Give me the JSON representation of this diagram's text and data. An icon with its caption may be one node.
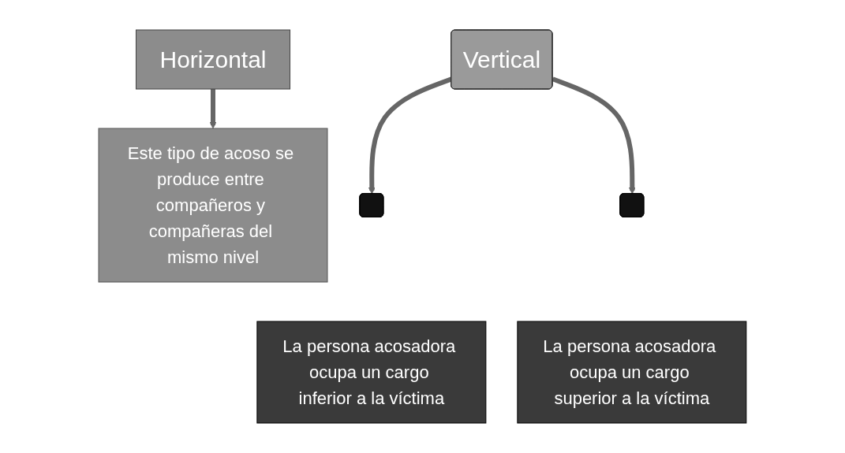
{
  "diagram": {
    "nodes": [
      {
        "text": [
          "Horizontal"
        ]
      },
      {
        "text": [
          "Este tipo de acoso se produce entre compañeros y compañeras del mismo nivel"
        ]
      },
      {
        "text": [
          "Vertical"
        ]
      },
      {
        "text": [],
        "shape": "box"
      },
      {
        "text": [],
        "shape": "box"
      },
      {
        "text": [
          "La persona acosadora ocupa un cargo inferior a la víctima"
        ]
      },
      {
        "text": [
          "La persona acosadora ocupa un cargo superior a la víctima"
        ]
      }
    ],
    "edges": [
      {
        "from": 0,
        "to": 1,
        "arrow": "to"
      },
      {
        "from": 2,
        "to": 3,
        "arrow": "to"
      },
      {
        "from": 2,
        "to": 4,
        "arrow": "to"
      }
    ]
  }
}
